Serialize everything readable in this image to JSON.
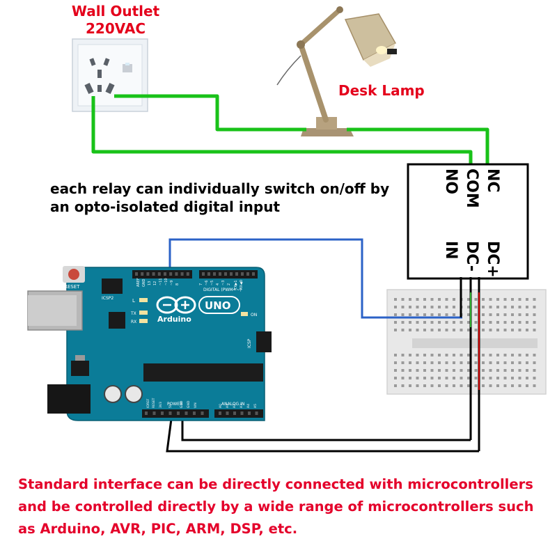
{
  "outlet": {
    "title": "Wall Outlet\n220VAC"
  },
  "lamp": {
    "title": "Desk Lamp"
  },
  "relay": {
    "note": "each relay can individually switch on/off by an opto-isolated digital input",
    "pins_top": [
      "NC",
      "COM",
      "NO"
    ],
    "pins_bottom": [
      "DC+",
      "DC-",
      "IN"
    ]
  },
  "arduino": {
    "brand": "Arduino",
    "model": "UNO",
    "reset": "RESET",
    "icsp2": "ICSP2",
    "icsp": "ICSP",
    "aref": "AREF",
    "gnd": "GND",
    "digital": "DIGITAL (PWM=~)",
    "tx": "TX",
    "rx": "RX",
    "l": "L",
    "on": "ON",
    "power": "POWER",
    "analog_in": "ANALOG IN",
    "pin13": "13",
    "pin12": "12",
    "pin11": "~11",
    "pin10": "~10",
    "pin9": "~9",
    "pin8": "8",
    "pin7": "7",
    "pin6": "~6",
    "pin5": "~5",
    "pin4": "4",
    "pin3": "~3",
    "pin2": "2",
    "tx1": "TX▶1",
    "rx0": "RX◀0",
    "ioref": "IOREF",
    "reset2": "RESET",
    "v33": "3V3",
    "v5": "5V",
    "gnd1": "GND",
    "gnd2": "GND",
    "vin": "VIN",
    "a0": "A0",
    "a1": "A1",
    "a2": "A2",
    "a3": "A3",
    "a4": "A4",
    "a5": "A5"
  },
  "bottom_note": "Standard interface can be directly connected with microcontrollers and be controlled directly by a wide range of microcontrollers such as Arduino, AVR, PIC, ARM, DSP, etc.",
  "colors": {
    "ac_wire": "#19c219",
    "signal_wire": "#2b62c7",
    "dc_wire": "#000000",
    "board": "#0b7c98",
    "title_red": "#e4001b"
  }
}
